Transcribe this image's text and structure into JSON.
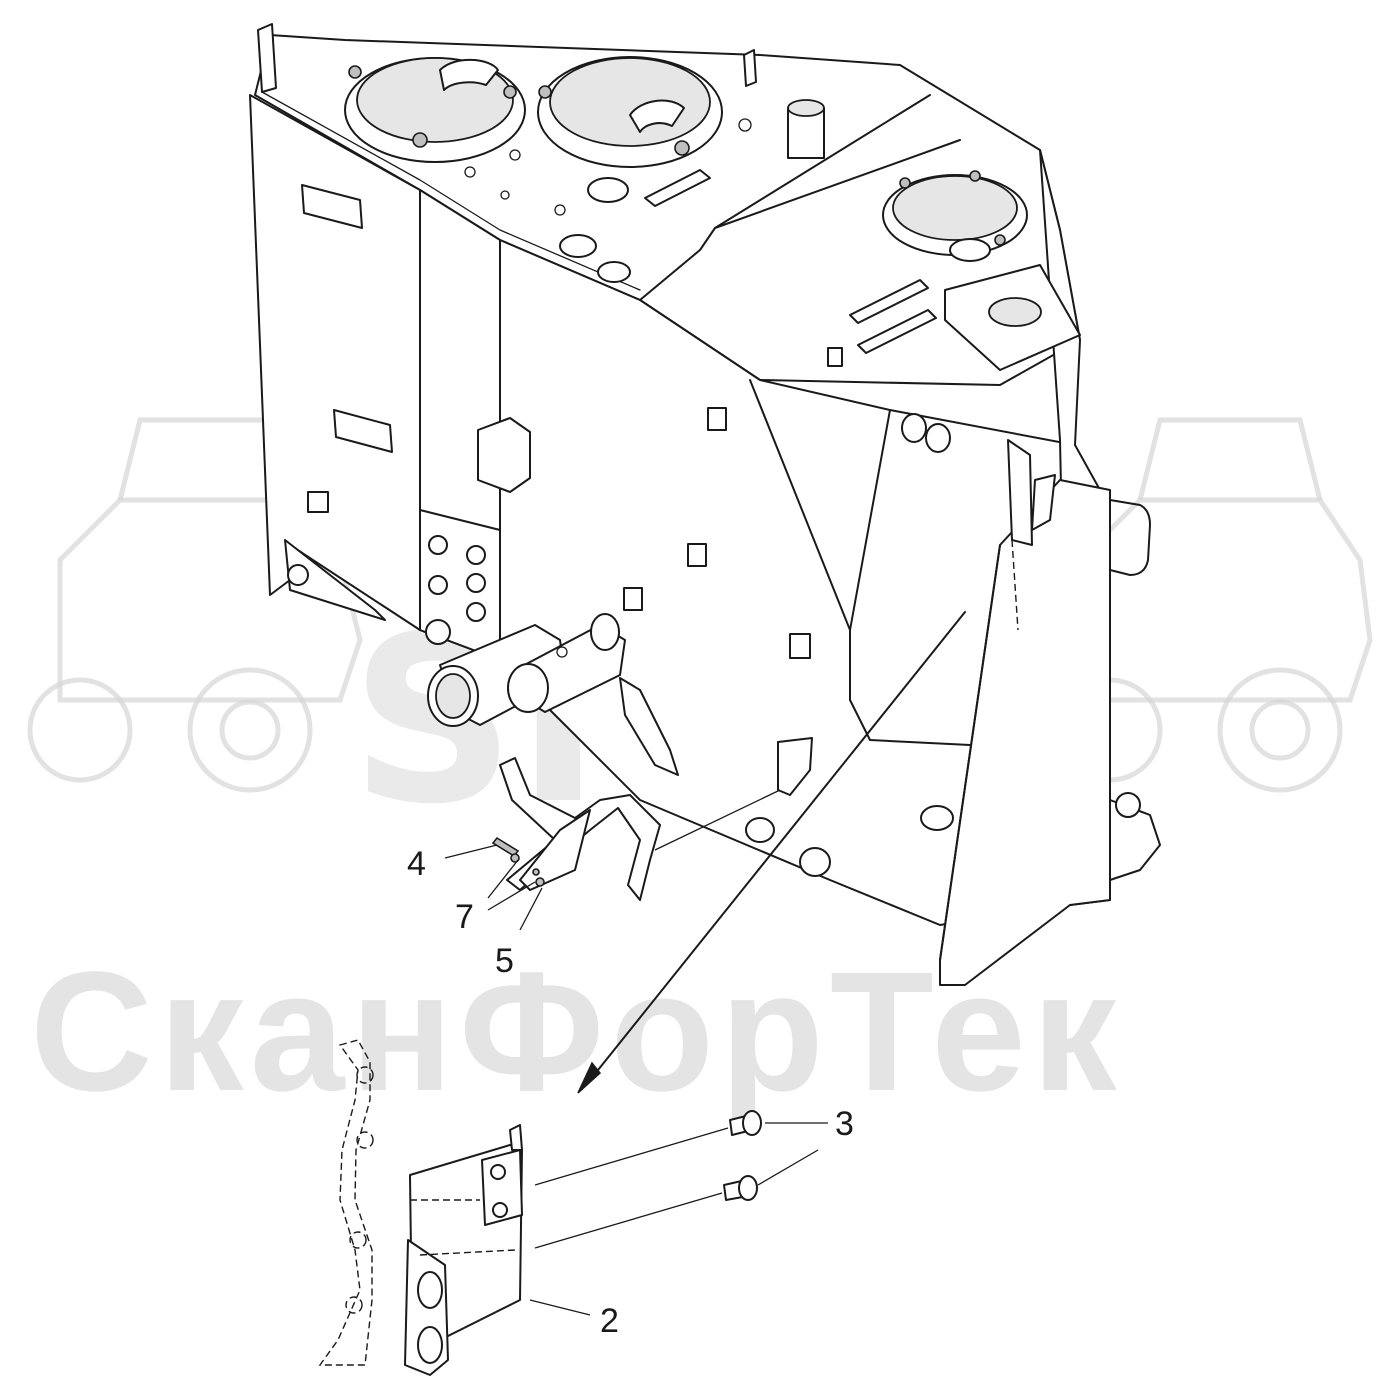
{
  "watermark": {
    "logo_text": "SFT",
    "company_text": "СканФорТек"
  },
  "callouts": [
    {
      "id": "4",
      "label": "4"
    },
    {
      "id": "7",
      "label": "7"
    },
    {
      "id": "5",
      "label": "5"
    },
    {
      "id": "3",
      "label": "3"
    },
    {
      "id": "2",
      "label": "2"
    }
  ],
  "colors": {
    "line": "#1a1a1a",
    "watermark": "#d3d3d3",
    "background": "#ffffff"
  }
}
